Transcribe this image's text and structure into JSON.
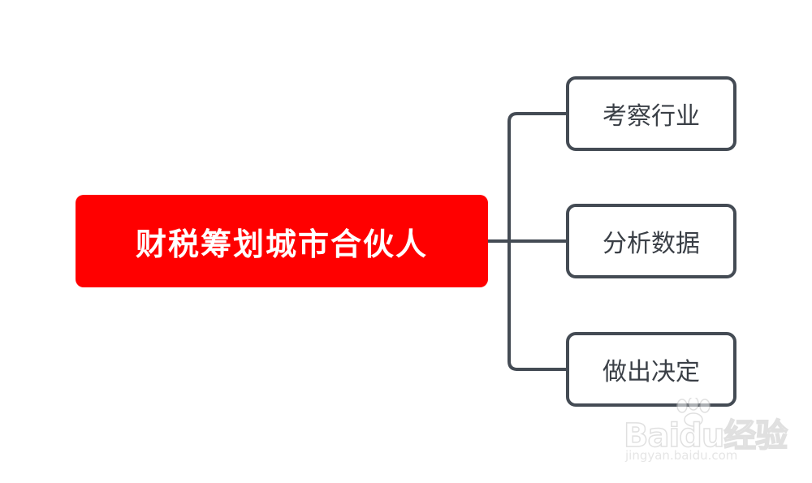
{
  "diagram": {
    "root": {
      "label": "财税筹划城市合伙人",
      "bg_color": "#ff0000",
      "text_color": "#ffffff"
    },
    "children": [
      {
        "label": "考察行业"
      },
      {
        "label": "分析数据"
      },
      {
        "label": "做出决定"
      }
    ],
    "connector_color": "#444b54",
    "node_border_color": "#444b54"
  },
  "watermark": {
    "logo_text": "Baidu经验",
    "url": "jingyan.baidu.com"
  }
}
